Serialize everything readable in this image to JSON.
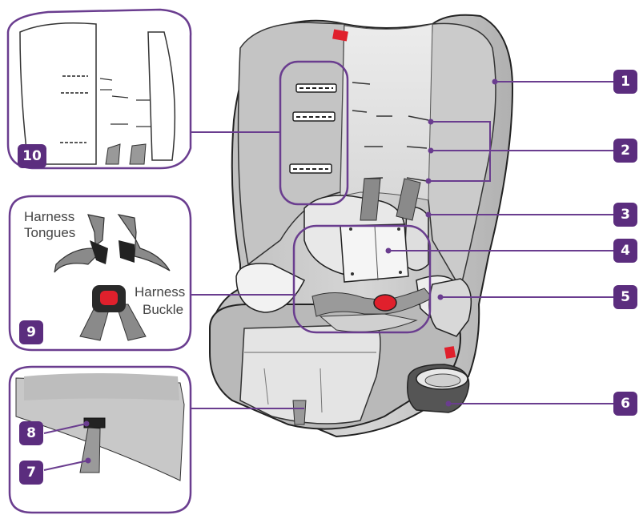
{
  "colors": {
    "callout": "#5b2d7e",
    "outline": "#6a3d8f",
    "seat_light": "#e3e3e3",
    "seat_mid": "#c8c8c8",
    "seat_dark": "#a8a8a8",
    "strap": "#8a8a8a",
    "accent_red": "#e0202c",
    "cupholder": "#555555"
  },
  "callouts": [
    "1",
    "2",
    "3",
    "4",
    "5",
    "6",
    "7",
    "8",
    "9",
    "10"
  ],
  "inset_labels": {
    "harness_tongues_line1": "Harness",
    "harness_tongues_line2": "Tongues",
    "harness_buckle_line1": "Harness",
    "harness_buckle_line2": "Buckle"
  },
  "icons": [
    "car-seat-illustration",
    "harness-tongue-icon",
    "harness-buckle-icon",
    "strap-slot-icon"
  ]
}
